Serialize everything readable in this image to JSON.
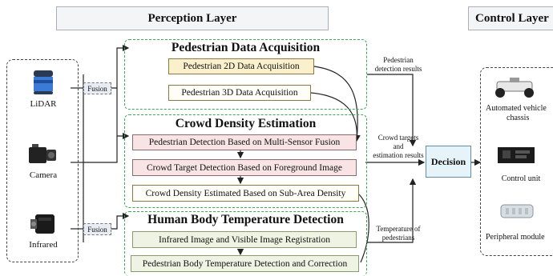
{
  "perception_layer": {
    "title": "Perception Layer"
  },
  "control_layer": {
    "title": "Control Layer",
    "items": [
      {
        "label_line1": "Automated vehicle",
        "label_line2": "chassis"
      },
      {
        "label_line1": "Control unit",
        "label_line2": ""
      },
      {
        "label_line1": "Peripheral module",
        "label_line2": ""
      }
    ]
  },
  "sensors": [
    {
      "label": "LiDAR",
      "icon": "lidar-icon"
    },
    {
      "label": "Camera",
      "icon": "camera-icon"
    },
    {
      "label": "Infrared",
      "icon": "infrared-camera-icon"
    }
  ],
  "fusion_label": "Fusion",
  "pedestrian_data_acquisition": {
    "title": "Pedestrian Data Acquisition",
    "steps": [
      "Pedestrian 2D Data Acquisition",
      "Pedestrian 3D Data Acquisition"
    ]
  },
  "crowd_density_estimation": {
    "title": "Crowd Density Estimation",
    "steps": [
      "Pedestrian Detection Based on Multi-Sensor Fusion",
      "Crowd Target Detection Based on Foreground Image",
      "Crowd Density Estimated Based on Sub-Area Density"
    ]
  },
  "human_body_temperature_detection": {
    "title": "Human Body Temperature Detection",
    "steps": [
      "Infrared Image and Visible Image Registration",
      "Pedestrian Body Temperature Detection and Correction"
    ]
  },
  "edge_labels": {
    "pedestrian_results": [
      "Pedestrian",
      "detection results"
    ],
    "crowd_results": [
      "Crowd targets",
      "and",
      "estimation results"
    ],
    "temperature": [
      "Temperature of",
      "pedestrians"
    ]
  },
  "decision_label": "Decision"
}
